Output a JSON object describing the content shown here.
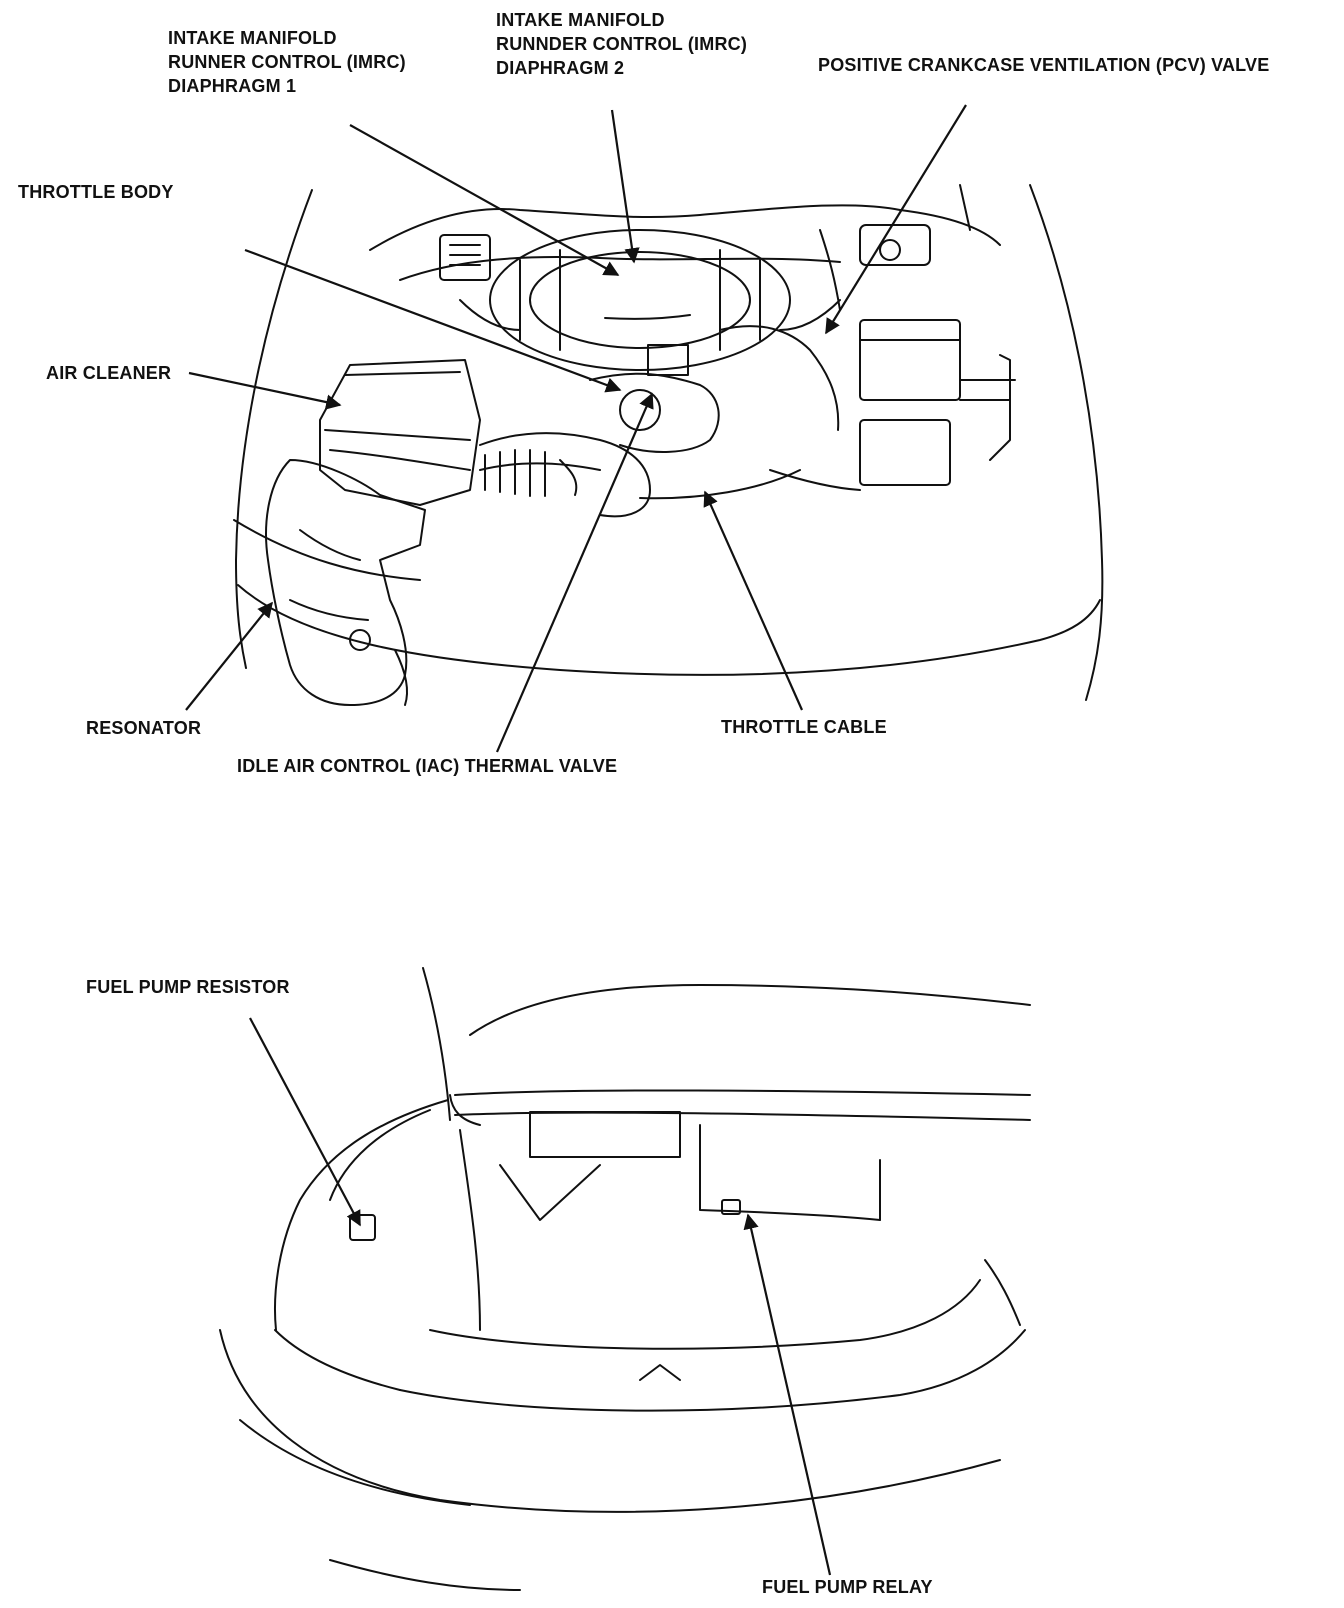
{
  "engine_view": {
    "labels": {
      "imrc1": [
        "INTAKE MANIFOLD",
        "RUNNER CONTROL (IMRC)",
        "DIAPHRAGM 1"
      ],
      "imrc2": [
        "INTAKE MANIFOLD",
        "RUNNDER CONTROL (IMRC)",
        "DIAPHRAGM 2"
      ],
      "pcv": "POSITIVE CRANKCASE VENTILATION (PCV) VALVE",
      "throttle_body": "THROTTLE BODY",
      "air_cleaner": "AIR CLEANER",
      "resonator": "RESONATOR",
      "throttle_cable": "THROTTLE CABLE",
      "iac": "IDLE AIR CONTROL (IAC) THERMAL VALVE"
    }
  },
  "trunk_view": {
    "labels": {
      "fuel_pump_resistor": "FUEL PUMP RESISTOR",
      "fuel_pump_relay": "FUEL PUMP RELAY"
    }
  }
}
